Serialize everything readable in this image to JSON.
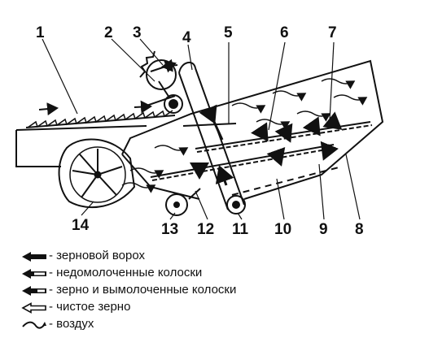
{
  "callouts": [
    "1",
    "2",
    "3",
    "4",
    "5",
    "6",
    "7",
    "8",
    "9",
    "10",
    "11",
    "12",
    "13",
    "14"
  ],
  "legend": [
    {
      "icon": "solid-arrow-icon",
      "text": "- зерновой ворох"
    },
    {
      "icon": "hollow-arrow-icon",
      "text": "- недомолоченные колоски"
    },
    {
      "icon": "half-filled-arrow-icon",
      "text": "- зерно и вымолоченные колоски"
    },
    {
      "icon": "outline-arrow-icon",
      "text": "- чистое зерно"
    },
    {
      "icon": "wave-arrow-icon",
      "text": "- воздух"
    }
  ]
}
